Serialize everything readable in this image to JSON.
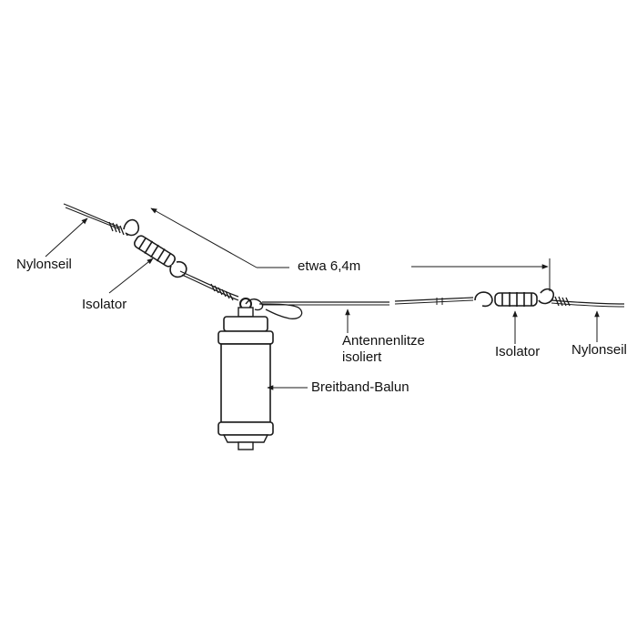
{
  "diagram": {
    "labels": {
      "nylonseil_left": "Nylonseil",
      "isolator_left": "Isolator",
      "dimension": "etwa 6,4m",
      "antennenlitze_line1": "Antennenlitze",
      "antennenlitze_line2": "isoliert",
      "isolator_right": "Isolator",
      "nylonseil_right": "Nylonseil",
      "balun": "Breitband-Balun"
    },
    "colors": {
      "line": "#1a1a1a",
      "fill": "#ffffff"
    }
  }
}
